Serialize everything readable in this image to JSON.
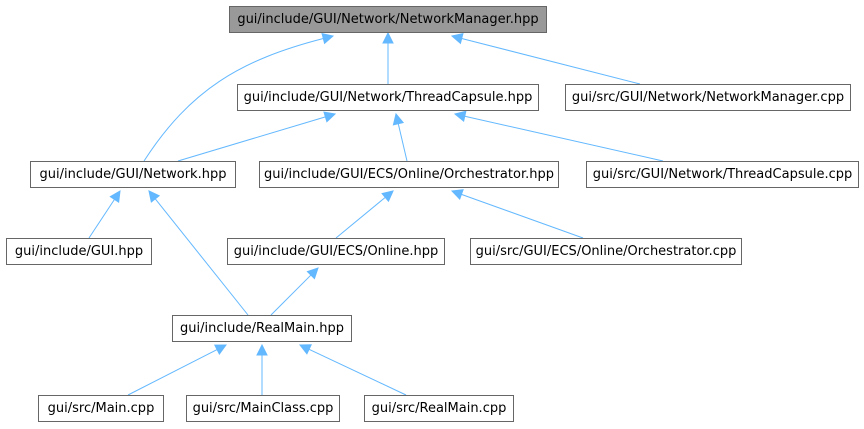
{
  "colors": {
    "edge": "#63b8ff",
    "root_fill": "#999999",
    "border": "#666666"
  },
  "nodes": {
    "network_manager_hpp": "gui/include/GUI/Network/NetworkManager.hpp",
    "thread_capsule_hpp": "gui/include/GUI/Network/ThreadCapsule.hpp",
    "network_manager_cpp": "gui/src/GUI/Network/NetworkManager.cpp",
    "network_hpp": "gui/include/GUI/Network.hpp",
    "orchestrator_hpp": "gui/include/GUI/ECS/Online/Orchestrator.hpp",
    "thread_capsule_cpp": "gui/src/GUI/Network/ThreadCapsule.cpp",
    "gui_hpp": "gui/include/GUI.hpp",
    "online_hpp": "gui/include/GUI/ECS/Online.hpp",
    "orchestrator_cpp": "gui/src/GUI/ECS/Online/Orchestrator.cpp",
    "realmain_hpp": "gui/include/RealMain.hpp",
    "main_cpp": "gui/src/Main.cpp",
    "mainclass_cpp": "gui/src/MainClass.cpp",
    "realmain_cpp": "gui/src/RealMain.cpp"
  },
  "edges": [
    [
      "thread_capsule_hpp",
      "network_manager_hpp"
    ],
    [
      "network_manager_cpp",
      "network_manager_hpp"
    ],
    [
      "network_hpp",
      "network_manager_hpp"
    ],
    [
      "network_hpp",
      "thread_capsule_hpp"
    ],
    [
      "orchestrator_hpp",
      "thread_capsule_hpp"
    ],
    [
      "thread_capsule_cpp",
      "thread_capsule_hpp"
    ],
    [
      "gui_hpp",
      "network_hpp"
    ],
    [
      "realmain_hpp",
      "network_hpp"
    ],
    [
      "online_hpp",
      "orchestrator_hpp"
    ],
    [
      "orchestrator_cpp",
      "orchestrator_hpp"
    ],
    [
      "realmain_hpp",
      "online_hpp"
    ],
    [
      "main_cpp",
      "realmain_hpp"
    ],
    [
      "mainclass_cpp",
      "realmain_hpp"
    ],
    [
      "realmain_cpp",
      "realmain_hpp"
    ]
  ]
}
